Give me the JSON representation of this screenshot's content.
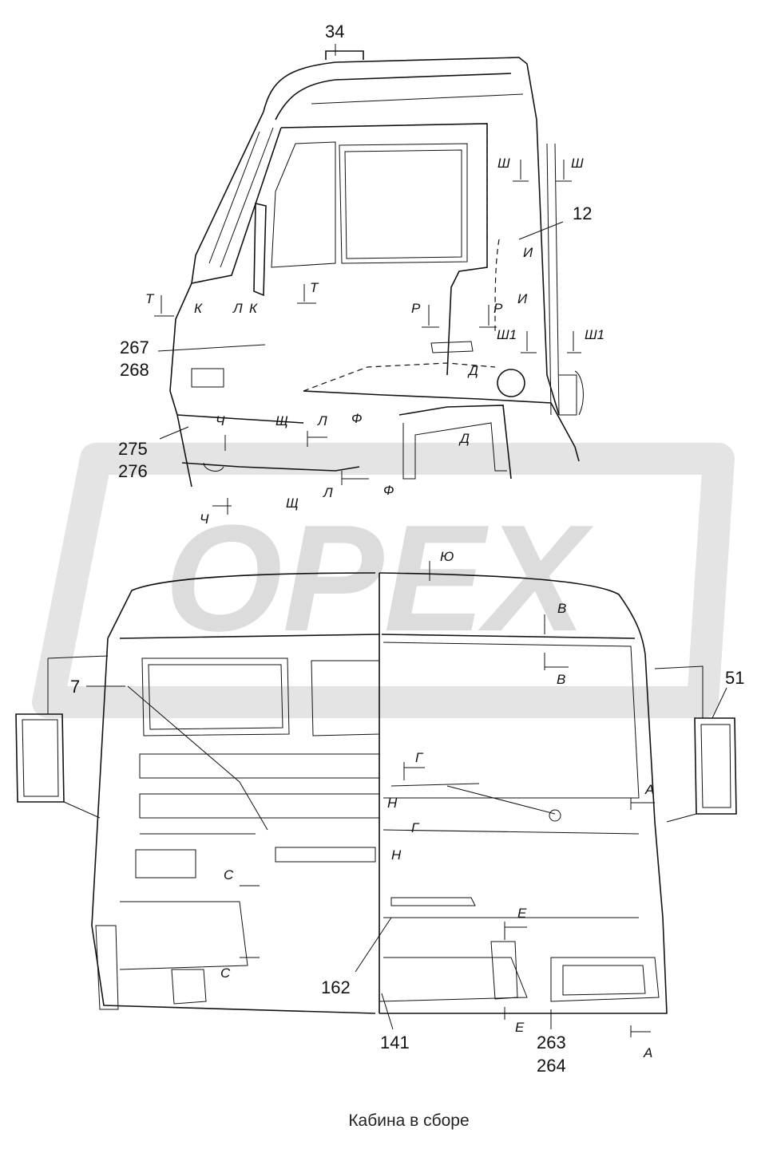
{
  "caption": "Кабина в сборе",
  "watermark": {
    "text": "OPEX",
    "color": "#d9d9d9"
  },
  "callouts": {
    "c34": "34",
    "c12": "12",
    "c267": "267",
    "c268": "268",
    "c275": "275",
    "c276": "276",
    "c7": "7",
    "c51": "51",
    "c162": "162",
    "c141": "141",
    "c263": "263",
    "c264": "264"
  },
  "section_marks": {
    "t1": "Т",
    "t2": "Т",
    "k1": "К",
    "k2": "К",
    "l_top1": "Л",
    "r1": "Р",
    "r2": "Р",
    "sh1": "Ш",
    "sh2": "Ш",
    "sh1a": "Ш1",
    "sh1b": "Ш1",
    "i1": "И",
    "i2": "И",
    "d1": "Д",
    "d2": "Д",
    "ch1": "Ч",
    "ch2": "Ч",
    "shch1": "Щ",
    "shch2": "Щ",
    "l1": "Л",
    "l2": "Л",
    "f1": "Ф",
    "f2": "Ф",
    "yu": "Ю",
    "v1": "В",
    "v2": "В",
    "g1": "Г",
    "g2": "Г",
    "n1": "Н",
    "n2": "Н",
    "a1": "А",
    "a2": "А",
    "s1": "С",
    "s2": "С",
    "e1": "Е",
    "e2": "Е"
  }
}
